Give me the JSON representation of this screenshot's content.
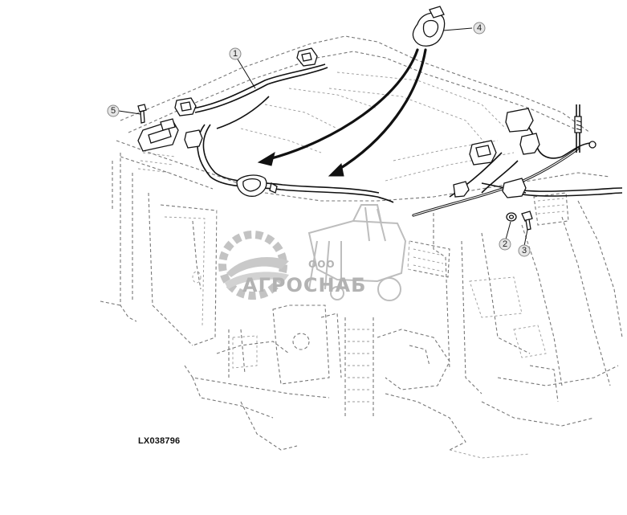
{
  "figure": {
    "id_label": "LX038796"
  },
  "callouts": [
    {
      "number": "1"
    },
    {
      "number": "2"
    },
    {
      "number": "3"
    },
    {
      "number": "4"
    },
    {
      "number": "5"
    }
  ],
  "watermark": {
    "org_form": "ООО",
    "company": "АГРОСНАБ"
  }
}
